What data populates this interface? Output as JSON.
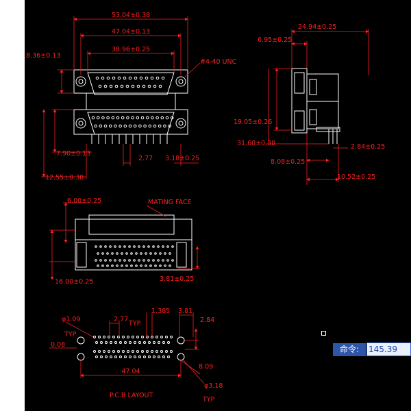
{
  "colors": {
    "background": "#000000",
    "outline": "#ffffff",
    "dimension": "#ff2020",
    "command_label_bg": "#2d55a8",
    "command_input_bg": "#e8f0ff"
  },
  "front_view": {
    "dims": {
      "overall_width": "53.04±0.38",
      "flange_width": "47.04±0.13",
      "shell_width": "38.96±0.25",
      "left_height": "8.36±0.13",
      "thread_note": "#4-40 UNC",
      "row_offset": "7.90±0.13",
      "pitch": "2.77",
      "pin_row_offset": "3.18±0.25",
      "overall_height": "12.55±0.38"
    }
  },
  "side_view": {
    "dims": {
      "top_width": "24.94±0.25",
      "flange_depth": "6.95±0.25",
      "center_height": "19.05±0.26",
      "overall_height": "31.60±0.38",
      "pin_spacing": "2.84±0.25",
      "base_offset": "8.08±0.25",
      "tail_length": "10.52±0.25"
    }
  },
  "bottom_view": {
    "mating_face": "MATING FACE",
    "dims": {
      "top_offset": "6.00±0.25",
      "height": "16.00±0.25",
      "right_offset": "3.81±0.25"
    }
  },
  "pcb_layout": {
    "title": "P.C.B LAYOUT",
    "typ_top_left": "TYP",
    "typ_pitch": "TYP",
    "typ_bottom_right": "TYP",
    "dims": {
      "hole_dia": "φ1.09",
      "pitch": "2.77",
      "half_pitch": "1.385",
      "edge_offset": "3.81",
      "row_spacing": "2.84",
      "left_offset": "0.08",
      "width": "47.04",
      "mount_offset": "8.09",
      "mount_dia": "φ3.18"
    }
  },
  "command_bar": {
    "label": "命令:",
    "value": "145.39"
  }
}
